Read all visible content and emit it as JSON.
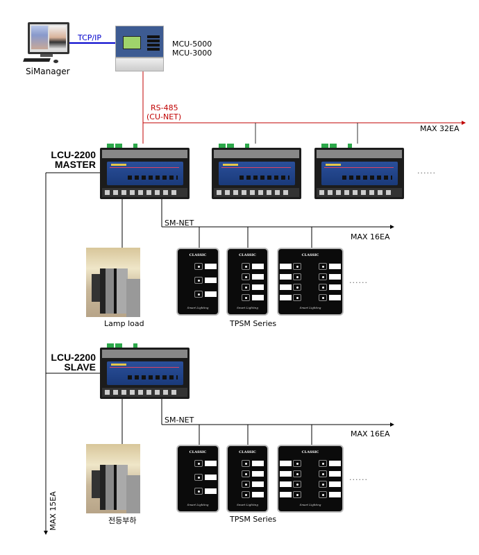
{
  "simanager": {
    "label": "SiManager",
    "icon": "desktop-computer-icon"
  },
  "tcpip": {
    "label": "TCP/IP",
    "color": "#0000cc"
  },
  "mcu": {
    "models": [
      "MCU-5000",
      "MCU-3000"
    ]
  },
  "rs485": {
    "line1": "RS-485",
    "line2": "(CU-NET)",
    "color": "#c00000",
    "max": "MAX 32EA"
  },
  "lcu_master": {
    "line1": "LCU-2200",
    "line2": "MASTER"
  },
  "lcu_slave": {
    "line1": "LCU-2200",
    "line2": "SLAVE"
  },
  "more": "......",
  "max_lcu_chain": "MAX 15EA",
  "smnet_master": {
    "label": "SM-NET",
    "max": "MAX 16EA"
  },
  "smnet_slave": {
    "label": "SM-NET",
    "max": "MAX 16EA"
  },
  "load_master": {
    "label": "Lamp load"
  },
  "load_slave": {
    "label": "전등부하"
  },
  "tpsm": {
    "series_label": "TPSM Series",
    "brand": "CLASSIC",
    "footer": "Smart Lighting",
    "button_counts": [
      3,
      4,
      8
    ]
  }
}
